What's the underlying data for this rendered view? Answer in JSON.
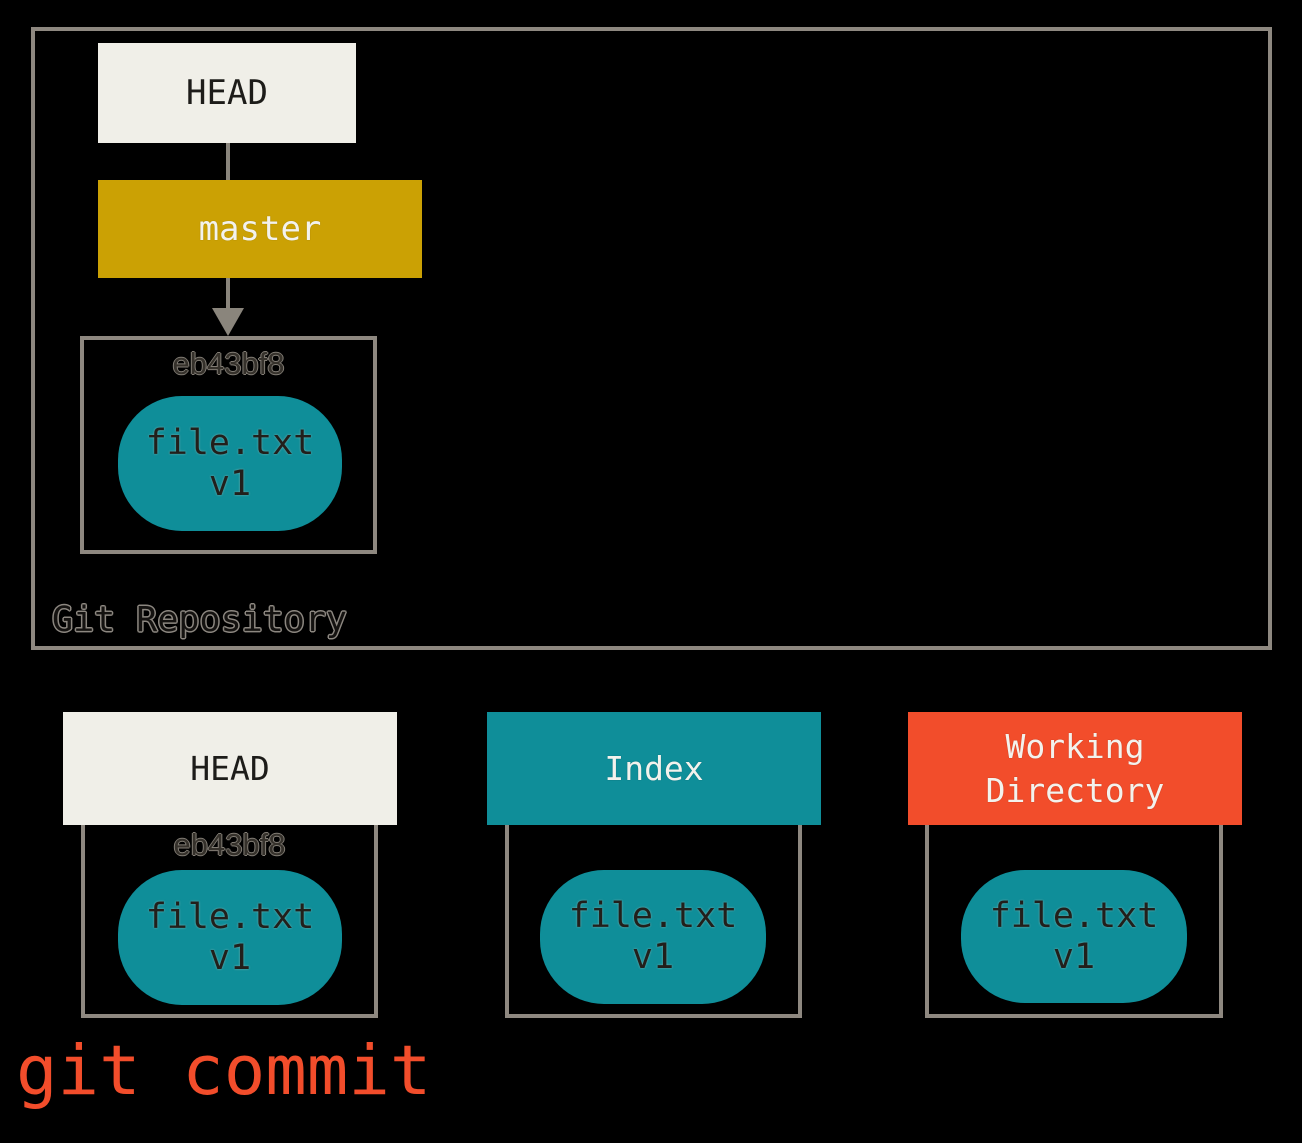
{
  "colors": {
    "background": "#000000",
    "border_gray": "#8E8880",
    "arrow_gray": "#8A857C",
    "cream": "#F0EFE8",
    "gold": "#CBA104",
    "teal": "#0F8E99",
    "red_orange": "#F24D2B",
    "dark_text": "#1d1c19",
    "light_text": "#F3F2ED"
  },
  "repository": {
    "label": "Git Repository",
    "head": {
      "label": "HEAD"
    },
    "branch": {
      "label": "master"
    },
    "commit": {
      "hash": "eb43bf8",
      "blob": {
        "file": "file.txt",
        "version": "v1"
      }
    }
  },
  "columns": [
    {
      "id": "head",
      "title_lines": [
        "HEAD"
      ],
      "hash": "eb43bf8",
      "blob": {
        "file": "file.txt",
        "version": "v1"
      }
    },
    {
      "id": "index",
      "title_lines": [
        "Index"
      ],
      "blob": {
        "file": "file.txt",
        "version": "v1"
      }
    },
    {
      "id": "working-directory",
      "title_lines": [
        "Working",
        "Directory"
      ],
      "blob": {
        "file": "file.txt",
        "version": "v1"
      }
    }
  ],
  "command": {
    "text": "git commit"
  }
}
